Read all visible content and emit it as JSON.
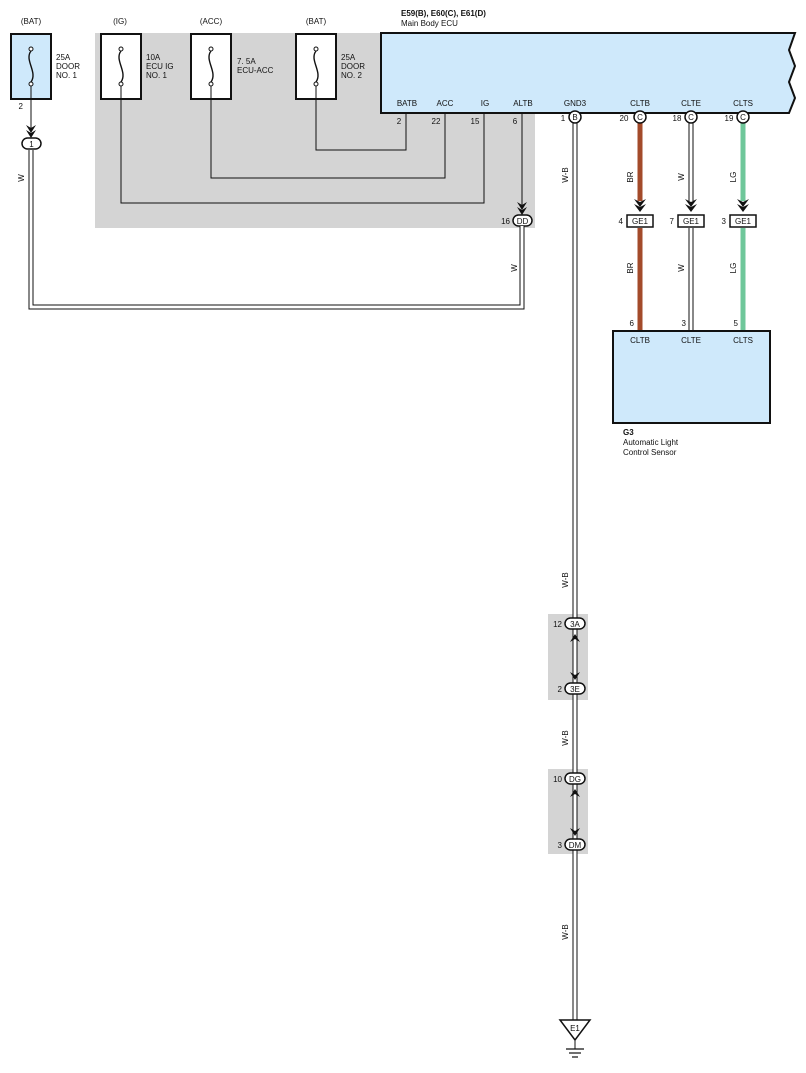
{
  "fuses": [
    {
      "source": "(BAT)",
      "rating": "25A",
      "line1": "DOOR",
      "line2": "NO. 1",
      "pin": "2"
    },
    {
      "source": "(IG)",
      "rating": "10A",
      "line1": "ECU IG",
      "line2": "NO. 1"
    },
    {
      "source": "(ACC)",
      "rating": "7. 5A",
      "line1": "ECU-ACC",
      "line2": ""
    },
    {
      "source": "(BAT)",
      "rating": "25A",
      "line1": "DOOR",
      "line2": "NO. 2"
    }
  ],
  "ecu": {
    "code": "E59(B), E60(C), E61(D)",
    "name": "Main Body ECU",
    "terminals": [
      {
        "name": "BATB",
        "pin": "2"
      },
      {
        "name": "ACC",
        "pin": "22"
      },
      {
        "name": "IG",
        "pin": "15"
      },
      {
        "name": "ALTB",
        "pin": "6"
      },
      {
        "name": "GND3",
        "pin": "1",
        "conn": "B"
      },
      {
        "name": "CLTB",
        "pin": "20",
        "conn": "C"
      },
      {
        "name": "CLTE",
        "pin": "18",
        "conn": "C"
      },
      {
        "name": "CLTS",
        "pin": "19",
        "conn": "C"
      }
    ]
  },
  "connectors": {
    "jb1": "1",
    "dd": {
      "pin": "16",
      "label": "DD"
    },
    "ge1": [
      {
        "pin": "4",
        "label": "GE1"
      },
      {
        "pin": "7",
        "label": "GE1"
      },
      {
        "pin": "3",
        "label": "GE1"
      }
    ],
    "c3a": {
      "pin": "12",
      "label": "3A"
    },
    "c3e": {
      "pin": "2",
      "label": "3E"
    },
    "cdg": {
      "pin": "10",
      "label": "DG"
    },
    "cdm": {
      "pin": "3",
      "label": "DM"
    }
  },
  "sensor": {
    "code": "G3",
    "name_line1": "Automatic Light",
    "name_line2": "Control Sensor",
    "terminals": [
      {
        "name": "CLTB",
        "pin": "6"
      },
      {
        "name": "CLTE",
        "pin": "3"
      },
      {
        "name": "CLTS",
        "pin": "5"
      }
    ]
  },
  "wires": {
    "w_left": "W",
    "w_dd": "W",
    "gnd_wb": [
      "W-B",
      "W-B",
      "W-B",
      "W-B"
    ],
    "br": [
      "BR",
      "BR"
    ],
    "w": [
      "W",
      "W"
    ],
    "lg": [
      "LG",
      "LG"
    ]
  },
  "ground": {
    "label": "E1"
  },
  "colors": {
    "box_fill": "#cfe9fb",
    "shaded": "#d4d4d4",
    "brown": "#a34a2a",
    "green": "#6fc79a"
  }
}
